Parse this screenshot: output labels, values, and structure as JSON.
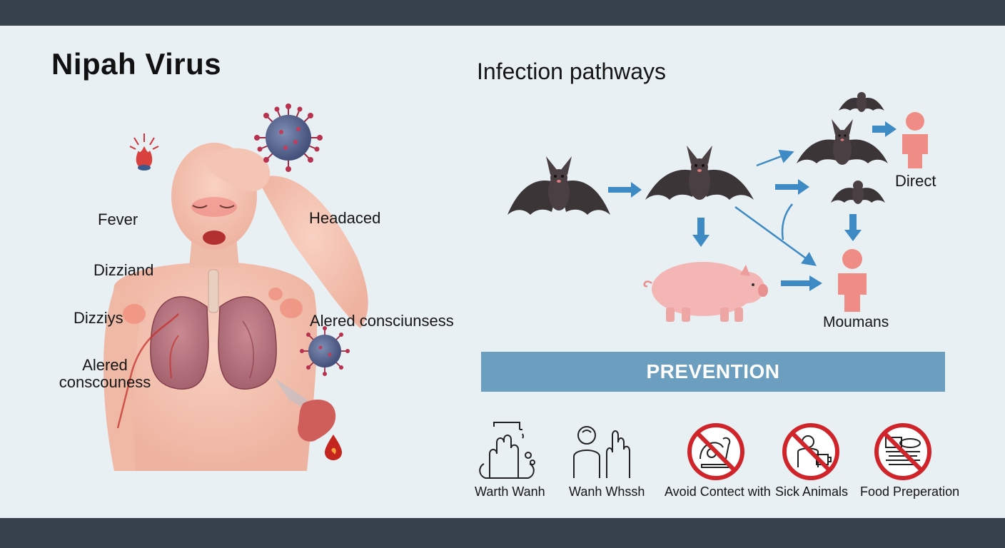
{
  "title": "Nipah Virus",
  "pathways_title": "Infection pathways",
  "symptoms": {
    "fever": "Fever",
    "headache": "Headaced",
    "dizzi": "Dizziand",
    "dizzy": "Dizziys",
    "altered_right": "Alered consciunsess",
    "altered_left_line1": "Alered",
    "altered_left_line2": "conscouness"
  },
  "pathway_labels": {
    "direct": "Direct",
    "humans": "Moumans"
  },
  "prevention": {
    "heading": "PREVENTION",
    "items": [
      {
        "label": "Warth Wanh",
        "icon": "hand-washing-icon"
      },
      {
        "label": "Wanh Whssh",
        "icon": "hand-hygiene-icon"
      },
      {
        "label": "Avoid Contect with",
        "icon": "no-bat-contact-icon"
      },
      {
        "label": "Sick Animals",
        "icon": "no-sick-animals-icon"
      },
      {
        "label": "Food Preperation",
        "icon": "no-contaminated-food-icon"
      }
    ]
  },
  "colors": {
    "header_bar": "#37424d",
    "background": "#e9f0f3",
    "arrow_blue": "#3d8ac4",
    "prevention_bar": "#6c9ebf",
    "human_figure": "#f08c86",
    "pig": "#f4b6b4",
    "bat": "#3b3538",
    "prohibit_red": "#d0242b"
  }
}
